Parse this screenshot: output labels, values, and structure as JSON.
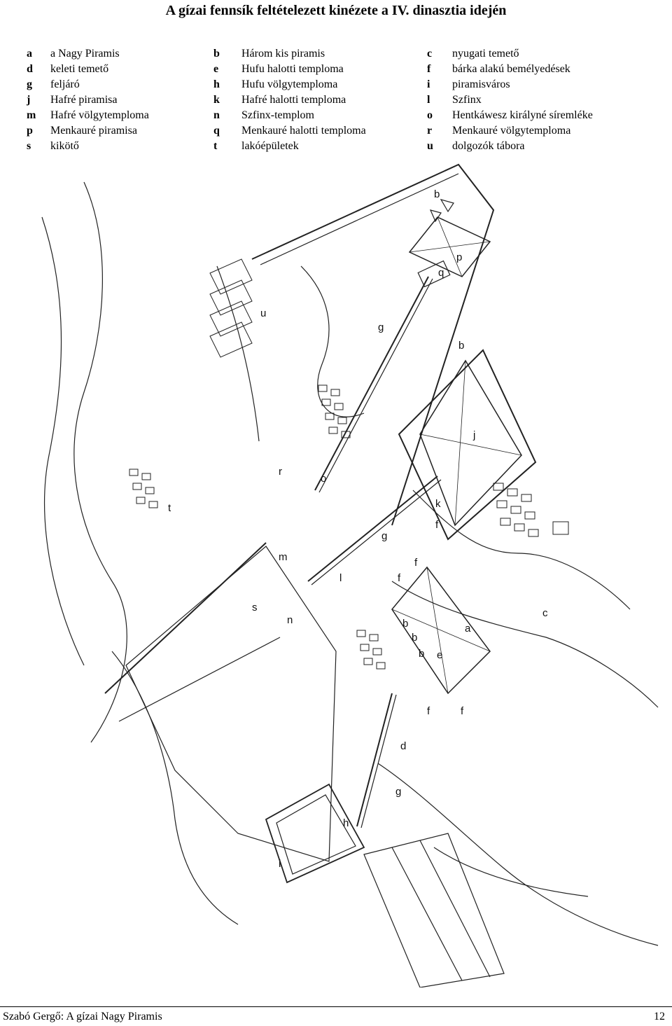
{
  "title": "A gízai fennsík feltételezett kinézete a IV. dinasztia idején",
  "legend": [
    [
      {
        "code": "a",
        "text": "a Nagy Piramis"
      },
      {
        "code": "b",
        "text": "Három kis piramis"
      },
      {
        "code": "c",
        "text": "nyugati temető"
      }
    ],
    [
      {
        "code": "d",
        "text": "keleti temető"
      },
      {
        "code": "e",
        "text": "Hufu halotti temploma"
      },
      {
        "code": "f",
        "text": "bárka alakú bemélyedések"
      }
    ],
    [
      {
        "code": "g",
        "text": "feljáró"
      },
      {
        "code": "h",
        "text": "Hufu völgytemploma"
      },
      {
        "code": "i",
        "text": "piramisváros"
      }
    ],
    [
      {
        "code": "j",
        "text": "Hafré piramisa"
      },
      {
        "code": "k",
        "text": "Hafré halotti temploma"
      },
      {
        "code": "l",
        "text": "Szfinx"
      }
    ],
    [
      {
        "code": "m",
        "text": "Hafré völgytemploma"
      },
      {
        "code": "n",
        "text": "Szfinx-templom"
      },
      {
        "code": "o",
        "text": "Hentkáwesz királyné síremléke"
      }
    ],
    [
      {
        "code": "p",
        "text": "Menkauré piramisa"
      },
      {
        "code": "q",
        "text": "Menkauré halotti temploma"
      },
      {
        "code": "r",
        "text": "Menkauré völgytemploma"
      }
    ],
    [
      {
        "code": "s",
        "text": "kikötő"
      },
      {
        "code": "t",
        "text": "lakóépületek"
      },
      {
        "code": "u",
        "text": "dolgozók tábora"
      }
    ]
  ],
  "map_labels": {
    "p": "p",
    "q": "q",
    "b": "b",
    "u": "u",
    "g": "g",
    "j": "j",
    "r": "r",
    "o": "o",
    "k": "k",
    "f": "f",
    "l": "l",
    "t": "t",
    "m": "m",
    "n": "n",
    "s": "s",
    "a": "a",
    "e": "e",
    "c": "c",
    "d": "d",
    "h": "h",
    "i": "i"
  },
  "footer": {
    "author": "Szabó Gergő: A gízai Nagy Piramis",
    "page": "12"
  }
}
